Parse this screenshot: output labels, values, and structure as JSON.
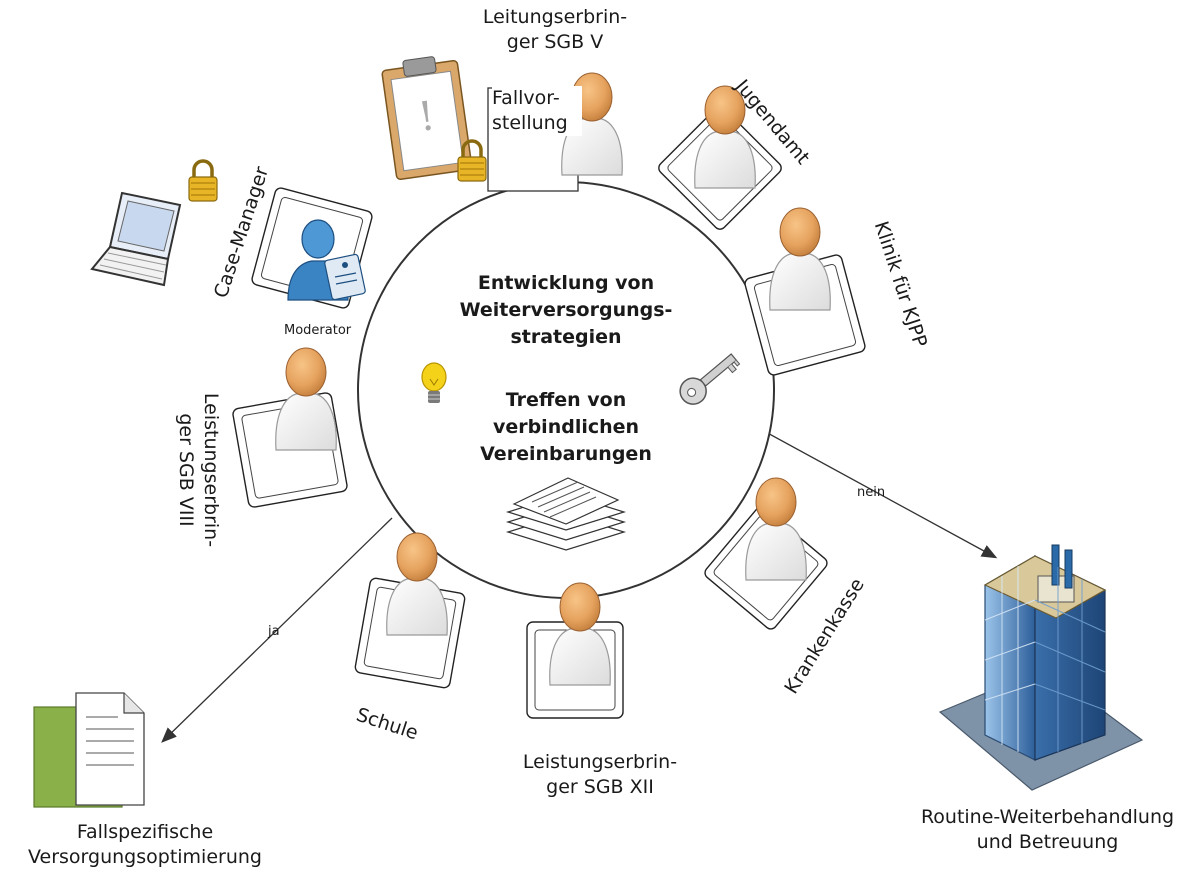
{
  "center": {
    "line1": "Entwicklung von",
    "line2": "Weiterversorgungs-",
    "line3": "strategien",
    "line4": "Treffen von",
    "line5": "verbindlichen",
    "line6": "Vereinbarungen"
  },
  "participants": {
    "sgb_v": "Leitungserbrin-\nger SGB V",
    "jugendamt": "Jugendamt",
    "klinik": "Klinik für KJPP",
    "krankenkasse": "Krankenkasse",
    "sgb_xii": "Leistungserbrin-\nger SGB XII",
    "schule": "Schule",
    "sgb_viii": "Leistungserbrin-\nger SGB VIII",
    "case_manager": "Case-Manager",
    "moderator": "Moderator"
  },
  "clipboard_note": "Fallvor-\nstellung",
  "edges": {
    "yes": "ja",
    "no": "nein"
  },
  "outcomes": {
    "yes_outcome": "Fallspezifische\nVersorgungsoptimierung",
    "no_outcome": "Routine-Weiterbehandlung\nund Betreuung"
  },
  "colors": {
    "person_head": "#e6a35f",
    "person_body": "#f2f2f2",
    "case_manager_blue": "#3b84c4",
    "document_green": "#8ab04a",
    "building_blue": "#5b8fc8",
    "lock_gold": "#e0b020",
    "bulb_yellow": "#f5d21a"
  },
  "icons": [
    "person-icon",
    "lock-icon",
    "laptop-icon",
    "clipboard-icon",
    "key-icon",
    "lightbulb-icon",
    "papers-icon",
    "document-icon",
    "building-icon"
  ]
}
